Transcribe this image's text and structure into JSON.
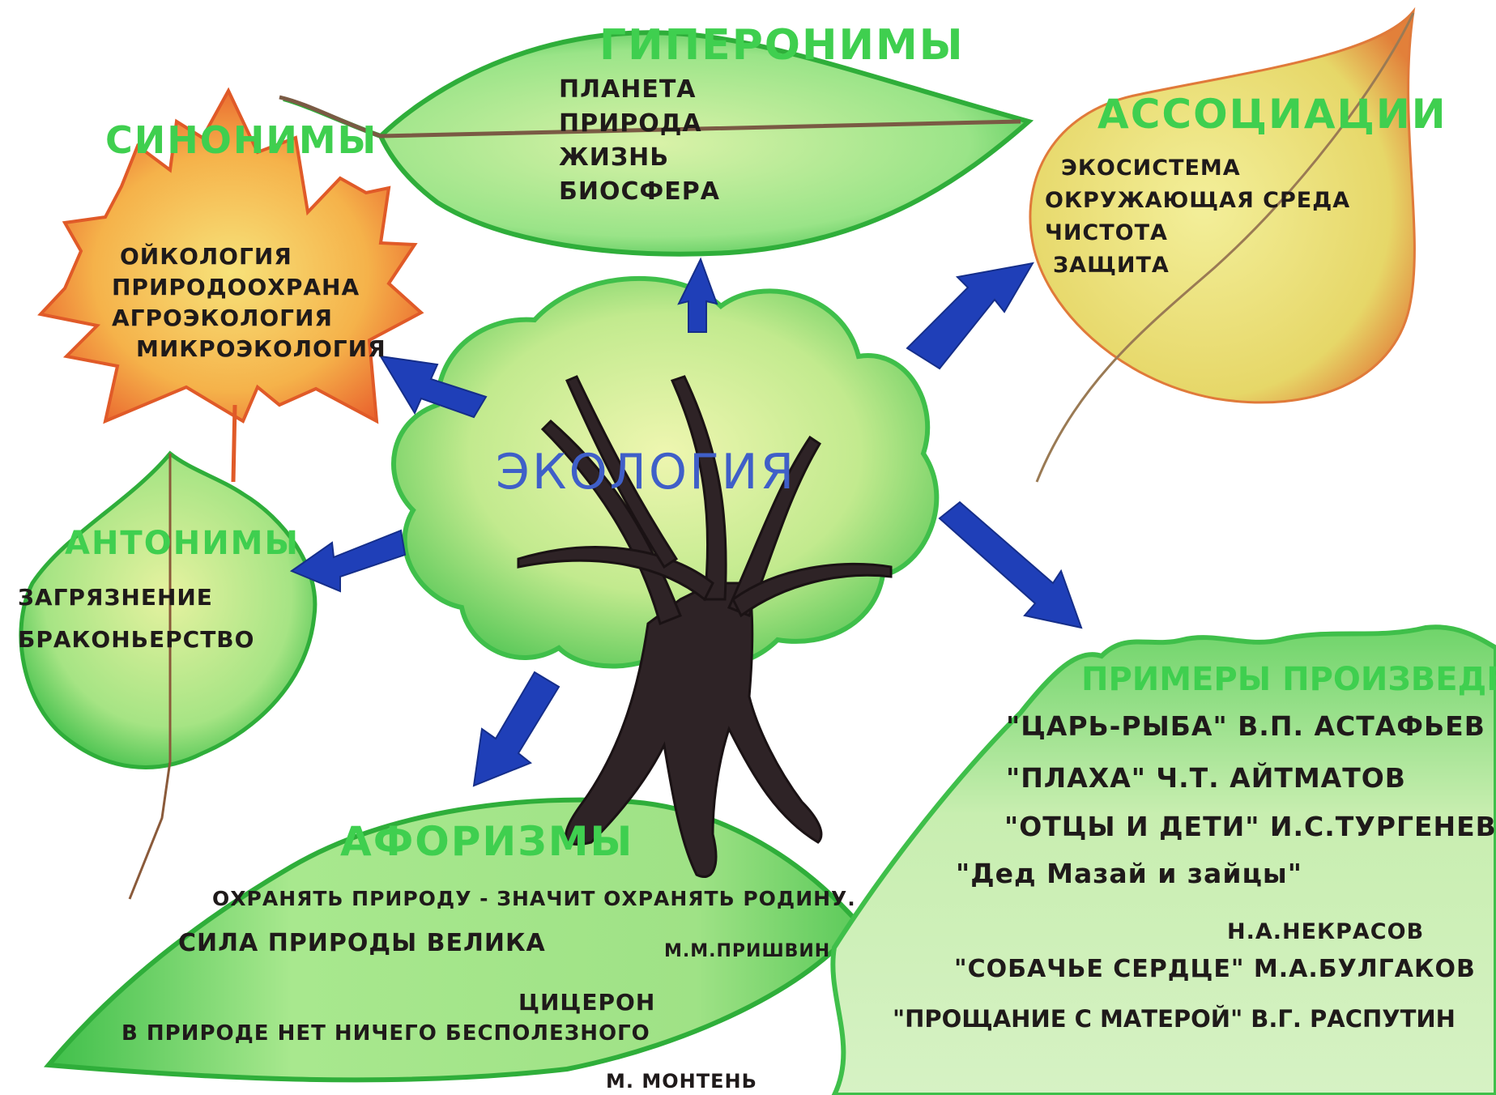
{
  "center": {
    "word": "ЭКОЛОГИЯ"
  },
  "hyperonyms": {
    "heading": "ГИПЕРОНИМЫ",
    "items": [
      "ПЛАНЕТА",
      "ПРИРОДА",
      "ЖИЗНЬ",
      "БИОСФЕРА"
    ]
  },
  "synonyms": {
    "heading": "СИНОНИМЫ",
    "items": [
      "ОЙКОЛОГИЯ",
      "ПРИРОДООХРАНА",
      "АГРОЭКОЛОГИЯ",
      "МИКРОЭКОЛОГИЯ"
    ]
  },
  "associations": {
    "heading": "АССОЦИАЦИИ",
    "items": [
      "ЭКОСИСТЕМА",
      "ОКРУЖАЮЩАЯ СРЕДА",
      "ЧИСТОТА",
      "ЗАЩИТА"
    ]
  },
  "antonyms": {
    "heading": "АНТОНИМЫ",
    "items": [
      "ЗАГРЯЗНЕНИЕ",
      "БРАКОНЬЕРСТВО"
    ]
  },
  "aphorisms": {
    "heading": "АФОРИЗМЫ",
    "lines": [
      "ОХРАНЯТЬ ПРИРОДУ - ЗНАЧИТ ОХРАНЯТЬ РОДИНУ.",
      "М.М.ПРИШВИН",
      "СИЛА ПРИРОДЫ ВЕЛИКА",
      "ЦИЦЕРОН",
      "В ПРИРОДЕ НЕТ НИЧЕГО БЕСПОЛЕЗНОГО",
      "М. МОНТЕНЬ"
    ]
  },
  "works": {
    "heading": "ПРИМЕРЫ ПРОИЗВЕДЕНИ",
    "lines": [
      "\"ЦАРЬ-РЫБА\" В.П. АСТАФЬЕВ",
      "\"ПЛАХА\" Ч.Т. АЙТМАТОВ",
      "\"ОТЦЫ И ДЕТИ\" И.С.ТУРГЕНЕВ",
      "\"Дед Мазай и зайцы\"",
      "Н.А.НЕКРАСОВ",
      "\"СОБАЧЬЕ СЕРДЦЕ\" М.А.БУЛГАКОВ",
      "\"ПРОЩАНИЕ С МАТЕРОЙ\" В.Г. РАСПУТИН"
    ]
  },
  "colors": {
    "heading_green": "#3fcf4f",
    "center_blue": "#3f5fc8",
    "arrow_blue": "#1f3fb8",
    "leaf_green": "#8fe07a",
    "leaf_dark": "#2fae3a",
    "maple_orange": "#f2a23a",
    "birch_yellow": "#e8e07a",
    "trunk": "#2e2326"
  }
}
